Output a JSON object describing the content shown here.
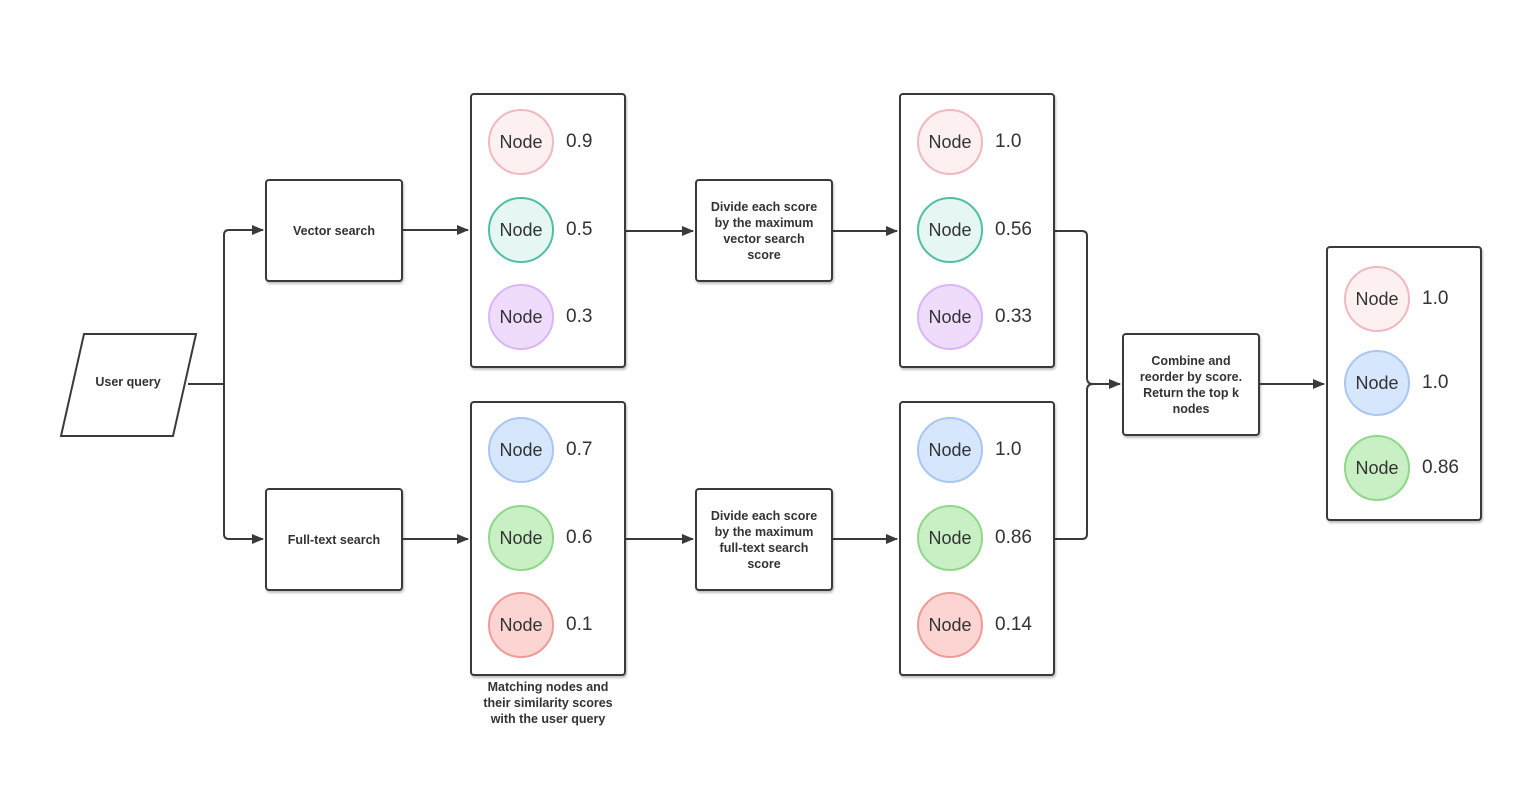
{
  "input": {
    "label": "User query"
  },
  "vector_search": {
    "label": "Vector search"
  },
  "fulltext_search": {
    "label": "Full-text search"
  },
  "vector_results": [
    {
      "label": "Node",
      "score": "0.9",
      "color": "pink"
    },
    {
      "label": "Node",
      "score": "0.5",
      "color": "teal"
    },
    {
      "label": "Node",
      "score": "0.3",
      "color": "purple"
    }
  ],
  "fulltext_results": [
    {
      "label": "Node",
      "score": "0.7",
      "color": "blue"
    },
    {
      "label": "Node",
      "score": "0.6",
      "color": "green"
    },
    {
      "label": "Node",
      "score": "0.1",
      "color": "red"
    }
  ],
  "results_caption": [
    "Matching nodes and",
    "their similarity scores",
    "with the user query"
  ],
  "normalize_vector": {
    "lines": [
      "Divide each score",
      "by the maximum",
      "vector search",
      "score"
    ]
  },
  "normalize_fulltext": {
    "lines": [
      "Divide each score",
      "by the maximum",
      "full-text search",
      "score"
    ]
  },
  "vector_normalized": [
    {
      "label": "Node",
      "score": "1.0",
      "color": "pink"
    },
    {
      "label": "Node",
      "score": "0.56",
      "color": "teal"
    },
    {
      "label": "Node",
      "score": "0.33",
      "color": "purple"
    }
  ],
  "fulltext_normalized": [
    {
      "label": "Node",
      "score": "1.0",
      "color": "blue"
    },
    {
      "label": "Node",
      "score": "0.86",
      "color": "green"
    },
    {
      "label": "Node",
      "score": "0.14",
      "color": "red"
    }
  ],
  "combine": {
    "lines": [
      "Combine and",
      "reorder by score.",
      "Return the top k",
      "nodes"
    ]
  },
  "final_results": [
    {
      "label": "Node",
      "score": "1.0",
      "color": "pink"
    },
    {
      "label": "Node",
      "score": "1.0",
      "color": "blue"
    },
    {
      "label": "Node",
      "score": "0.86",
      "color": "green"
    }
  ],
  "palette": {
    "pink": {
      "fill": "#fdf0f0",
      "stroke": "#f2b8bf"
    },
    "teal": {
      "fill": "#e5f6f3",
      "stroke": "#4fbfa6"
    },
    "purple": {
      "fill": "#efdcfd",
      "stroke": "#d9b7f5"
    },
    "blue": {
      "fill": "#d6e6fd",
      "stroke": "#a9c6f5"
    },
    "green": {
      "fill": "#c8f0c4",
      "stroke": "#8fd889"
    },
    "red": {
      "fill": "#fcd5d3",
      "stroke": "#ef9b97"
    },
    "line": "#3a3a3a"
  }
}
